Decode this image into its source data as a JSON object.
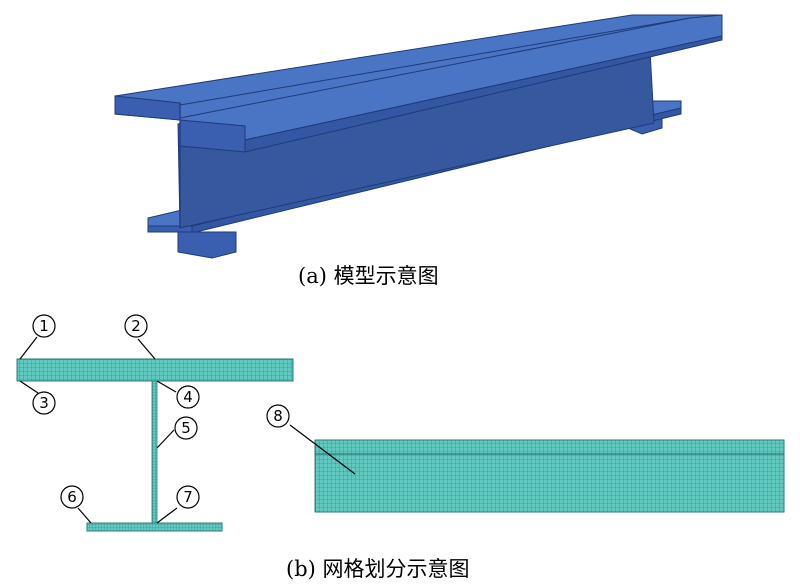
{
  "captions": {
    "a": "(a) 模型示意图",
    "b": "(b) 网格划分示意图"
  },
  "markers": [
    "1",
    "2",
    "3",
    "4",
    "5",
    "6",
    "7",
    "8"
  ],
  "colors": {
    "steel_top": "#4a74c4",
    "steel_front": "#3a5fb0",
    "steel_web": "#35589f",
    "steel_edge": "#1f3a78",
    "mesh_fill": "#62c9c0",
    "mesh_line": "#2b7d77"
  }
}
